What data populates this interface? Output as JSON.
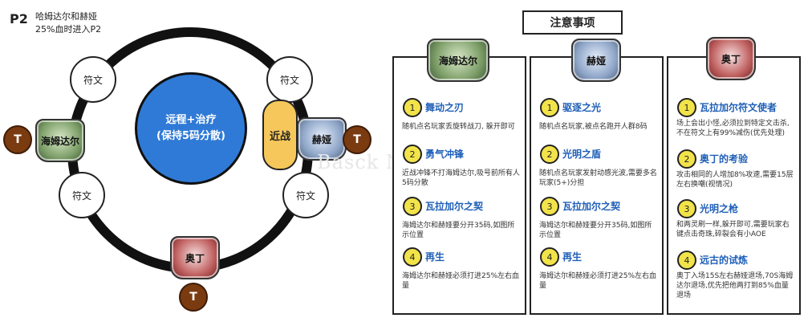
{
  "header": {
    "phase": "P2",
    "line1": "哈姆达尔和赫娅",
    "line2": "25%血时进入P2"
  },
  "diagram": {
    "rune_label": "符文",
    "center_line1": "远程+治疗",
    "center_line2": "(保持5码分散)",
    "melee_label": "近战",
    "tank_label": "T",
    "boss_hamdal": "海姆达尔",
    "boss_heya": "赫娅",
    "boss_odin": "奥丁"
  },
  "notice_title": "注意事项",
  "columns": [
    {
      "boss": "海姆达尔",
      "items": [
        {
          "num": "1",
          "name": "舞动之刃",
          "desc": "随机点名玩家丢旋转战刀, 躲开即可"
        },
        {
          "num": "2",
          "name": "勇气冲锋",
          "desc": "近战冲锋不打海姆达尔,吸号前所有人5码分散"
        },
        {
          "num": "3",
          "name": "瓦拉加尔之契",
          "desc": "海姆达尔和赫娅要分开35码,如图所示位置"
        },
        {
          "num": "4",
          "name": "再生",
          "desc": "海姆达尔和赫娅必须打进25%左右血量"
        }
      ]
    },
    {
      "boss": "赫娅",
      "items": [
        {
          "num": "1",
          "name": "驱逐之光",
          "desc": "随机点名玩家,被点名跑开人群8码"
        },
        {
          "num": "2",
          "name": "光明之盾",
          "desc": "随机点名玩家发射动感光波,需要多名玩家(5+)分担"
        },
        {
          "num": "3",
          "name": "瓦拉加尔之契",
          "desc": "海姆达尔和赫娅要分开35码,如图所示位置"
        },
        {
          "num": "4",
          "name": "再生",
          "desc": "海姆达尔和赫娅必须打进25%左右血量"
        }
      ]
    },
    {
      "boss": "奥丁",
      "items": [
        {
          "num": "1",
          "name": "瓦拉加尔符文使者",
          "desc": "场上会出小怪,必须拉到特定文击杀,不在符文上有99%减伤(优先处理)"
        },
        {
          "num": "2",
          "name": "奥丁的考验",
          "desc": "攻击相同的人增加8%攻速,需要15层左右换嘲(视情况)"
        },
        {
          "num": "3",
          "name": "光明之枪",
          "desc": "和两灵刷一样,躲开即可,需要玩家右键点击奇珠,碎裂会有小AOE"
        },
        {
          "num": "4",
          "name": "远古的试炼",
          "desc": "奥丁入场15S左右赫娅退场,70S海姆达尔退场,优先把他两打到85%血量退场"
        }
      ]
    }
  ],
  "watermark": "Basck Net",
  "colors": {
    "accent_blue": "#2f7ad6",
    "melee_yellow": "#f6c75a",
    "tank_brown": "#7a3b10",
    "number_yellow": "#f2e34a",
    "ability_blue": "#1f5fb8"
  }
}
